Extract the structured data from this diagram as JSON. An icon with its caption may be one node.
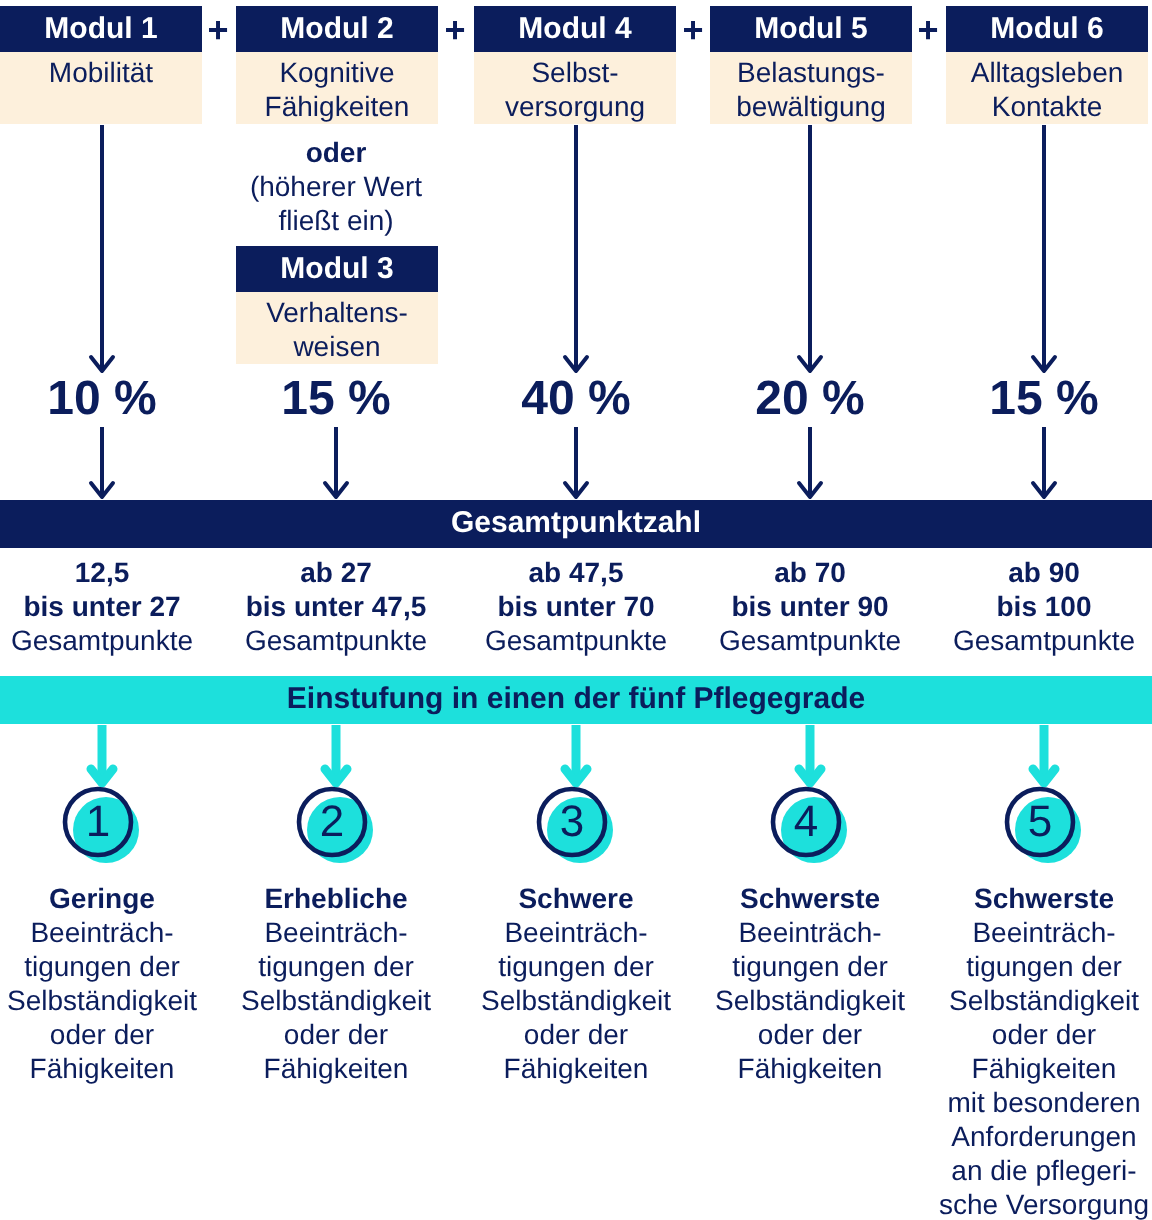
{
  "diagram": {
    "nodes": [
      {
        "text": [
          "Modul 1",
          "Mobilität"
        ]
      },
      {
        "text": [
          "Modul 2",
          "Kognitive Fähigkeiten"
        ]
      },
      {
        "text": [
          "Modul 3",
          "Verhaltens- weisen"
        ]
      },
      {
        "text": [
          "Modul 4",
          "Selbst- versorgung"
        ]
      },
      {
        "text": [
          "Modul 5",
          "Belastungs- bewältigung"
        ]
      },
      {
        "text": [
          "Modul 6",
          "Alltagsleben Kontakte"
        ]
      },
      {
        "text": [
          "10 %"
        ]
      },
      {
        "text": [
          "15 %"
        ]
      },
      {
        "text": [
          "40 %"
        ]
      },
      {
        "text": [
          "20 %"
        ]
      },
      {
        "text": [
          "15 %"
        ]
      },
      {
        "text": [
          "Gesamtpunktzahl"
        ]
      },
      {
        "text": [
          "Einstufung in einen der fünf Pflegegrade"
        ]
      },
      {
        "text": [
          "1"
        ],
        "beside": [
          "Geringe",
          "Beeinträch- tigungen der Selbständigkeit oder der Fähigkeiten"
        ]
      },
      {
        "text": [
          "2"
        ],
        "beside": [
          "Erhebliche",
          "Beeinträch- tigungen der Selbständigkeit oder der Fähigkeiten"
        ]
      },
      {
        "text": [
          "3"
        ],
        "beside": [
          "Schwere",
          "Beeinträch- tigungen der Selbständigkeit oder der Fähigkeiten"
        ]
      },
      {
        "text": [
          "4"
        ],
        "beside": [
          "Schwerste",
          "Beeinträch- tigungen der Selbständigkeit oder der Fähigkeiten"
        ]
      },
      {
        "text": [
          "5"
        ],
        "beside": [
          "Schwerste",
          "Beeinträch- tigungen der Selbständigkeit oder der Fähigkeiten mit besonderen Anforderungen an die pflegeri- sche Versorgung"
        ]
      }
    ],
    "edges": [
      {
        "from": 0,
        "to": 6,
        "arrow": "to"
      },
      {
        "from": 3,
        "to": 8,
        "arrow": "to"
      },
      {
        "from": 4,
        "to": 9,
        "arrow": "to"
      },
      {
        "from": 5,
        "to": 10,
        "arrow": "to"
      },
      {
        "from": 6,
        "to": 11,
        "arrow": "to"
      },
      {
        "from": 7,
        "to": 11,
        "arrow": "to"
      },
      {
        "from": 8,
        "to": 11,
        "arrow": "to"
      },
      {
        "from": 9,
        "to": 11,
        "arrow": "to"
      },
      {
        "from": 10,
        "to": 11,
        "arrow": "to"
      },
      {
        "from": 12,
        "to": 13,
        "arrow": "to",
        "style": "thick",
        "color": "#1de0dc"
      },
      {
        "from": 12,
        "to": 14,
        "arrow": "to",
        "style": "thick",
        "color": "#1de0dc"
      },
      {
        "from": 12,
        "to": 15,
        "arrow": "to",
        "style": "thick",
        "color": "#1de0dc"
      },
      {
        "from": 12,
        "to": 16,
        "arrow": "to",
        "style": "thick",
        "color": "#1de0dc"
      },
      {
        "from": 12,
        "to": 17,
        "arrow": "to",
        "style": "thick",
        "color": "#1de0dc"
      }
    ],
    "labels": [
      "+",
      "+",
      "+",
      "+",
      "oder",
      "(höherer Wert fließt ein)",
      "12,5 bis unter 27",
      "Gesamtpunkte",
      "ab 27 bis unter 47,5",
      "Gesamtpunkte",
      "ab 47,5 bis unter 70",
      "Gesamtpunkte",
      "ab 70 bis unter 90",
      "Gesamtpunkte",
      "ab 90 bis 100",
      "Gesamtpunkte"
    ]
  }
}
